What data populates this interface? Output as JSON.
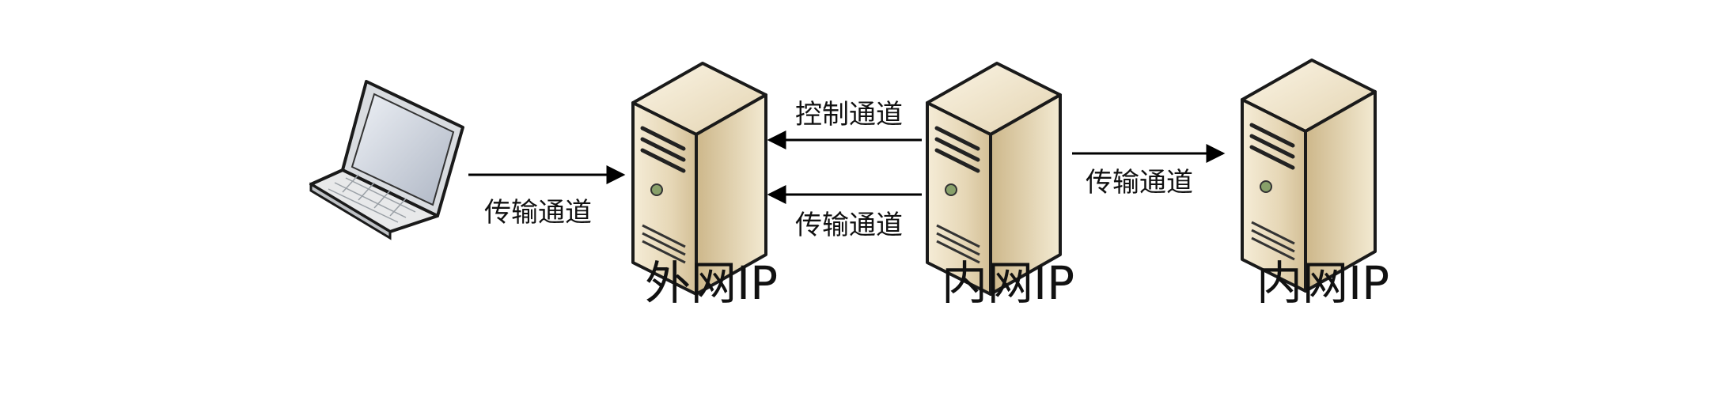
{
  "nodes": {
    "laptop": {
      "label": ""
    },
    "server_external": {
      "label": "外网IP"
    },
    "server_internal_1": {
      "label": "内网IP"
    },
    "server_internal_2": {
      "label": "内网IP"
    }
  },
  "edges": {
    "laptop_to_external": {
      "label": "传输通道"
    },
    "control_channel": {
      "label": "控制通道"
    },
    "transfer_channel_back": {
      "label": "传输通道"
    },
    "internal_to_internal": {
      "label": "传输通道"
    }
  }
}
